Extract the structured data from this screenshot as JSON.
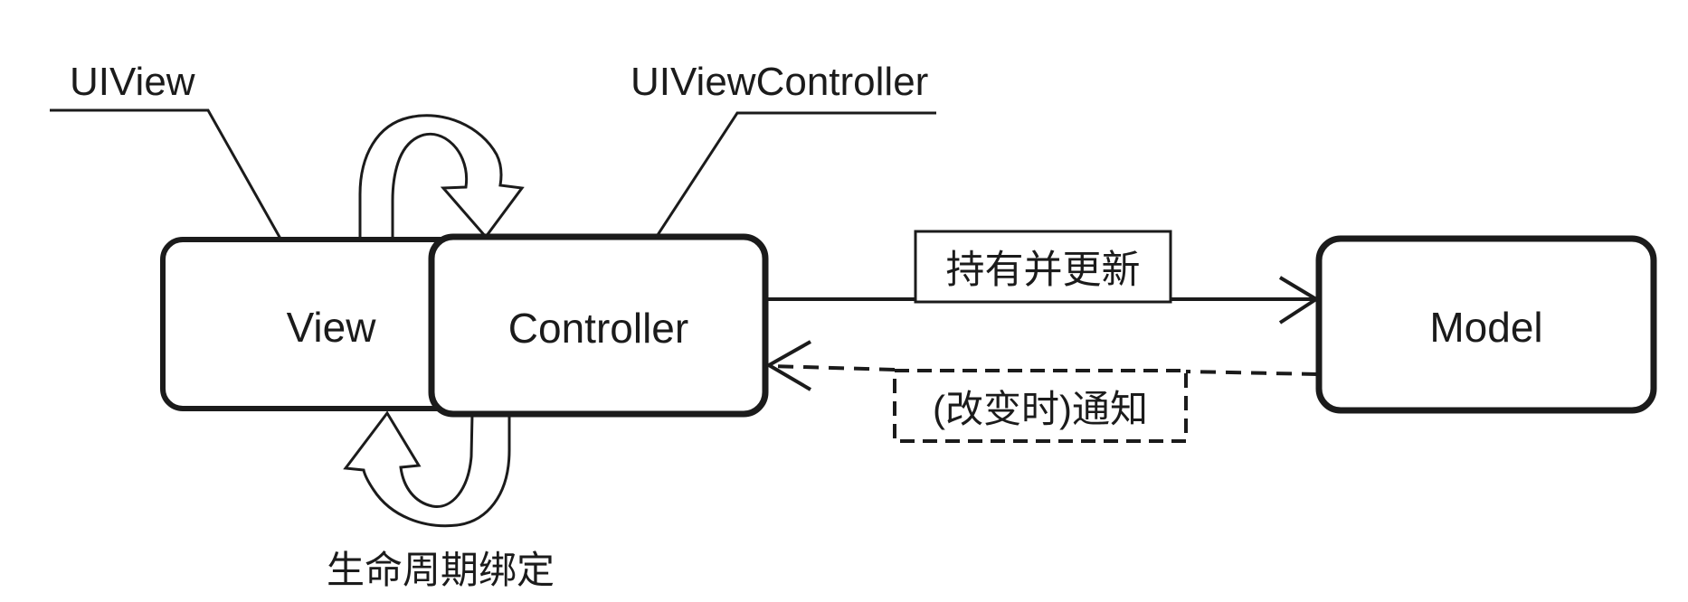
{
  "diagram": {
    "callouts": {
      "uiview": "UIView",
      "uiviewcontroller": "UIViewController"
    },
    "boxes": {
      "view": "View",
      "controller": "Controller",
      "model": "Model"
    },
    "arrows": {
      "holds_updates": "持有并更新",
      "notify_on_change": "(改变时)通知",
      "lifecycle_binding": "生命周期绑定"
    },
    "colors": {
      "stroke": "#1b1b1b",
      "background": "#ffffff"
    }
  }
}
